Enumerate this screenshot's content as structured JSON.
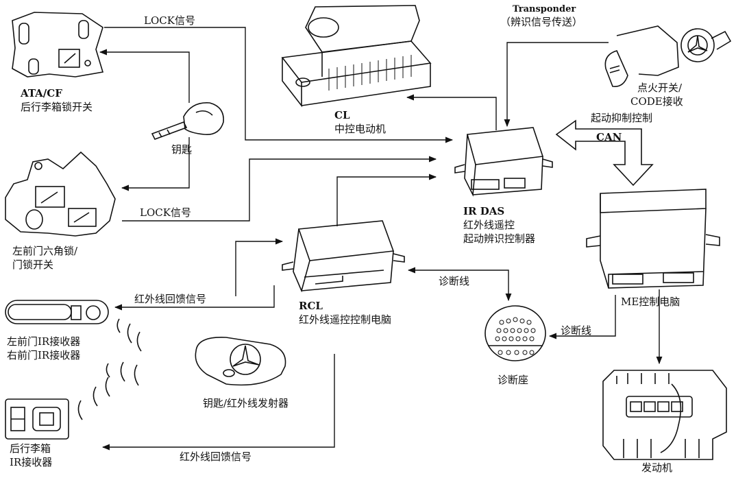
{
  "labels": {
    "lock_signal_top": "LOCK信号",
    "lock_signal_bottom": "LOCK信号",
    "ata_cf": "ATA/CF",
    "trunk_lock_switch": "后行李箱锁开关",
    "key": "钥匙",
    "cl": "CL",
    "cl_name": "中控电动机",
    "transponder": "Transponder",
    "transponder_sub": "（辨识信号传送）",
    "ignition_switch": "点火开关/",
    "code_receive": "CODE接收",
    "start_inhibit": "起动抑制控制",
    "can": "CAN",
    "ir_das": "IR DAS",
    "ir_das_line1": "红外线遥控",
    "ir_das_line2": "起动辨识控制器",
    "front_left_lock": "左前门六角锁/",
    "door_lock_switch": "门锁开关",
    "ir_feedback_upper": "红外线回馈信号",
    "rcl": "RCL",
    "rcl_name": "红外线遥控控制电脑",
    "diag_line_upper": "诊断线",
    "diag_line_lower": "诊断线",
    "me_ecu": "ME控制电脑",
    "fl_ir_receiver": "左前门IR接收器",
    "fr_ir_receiver": "右前门IR接收器",
    "key_ir_transmitter": "钥匙/红外线发射器",
    "diag_socket": "诊断座",
    "trunk_ir_1": "后行李箱",
    "trunk_ir_2": "IR接收器",
    "ir_feedback_lower": "红外线回馈信号",
    "engine": "发动机"
  }
}
